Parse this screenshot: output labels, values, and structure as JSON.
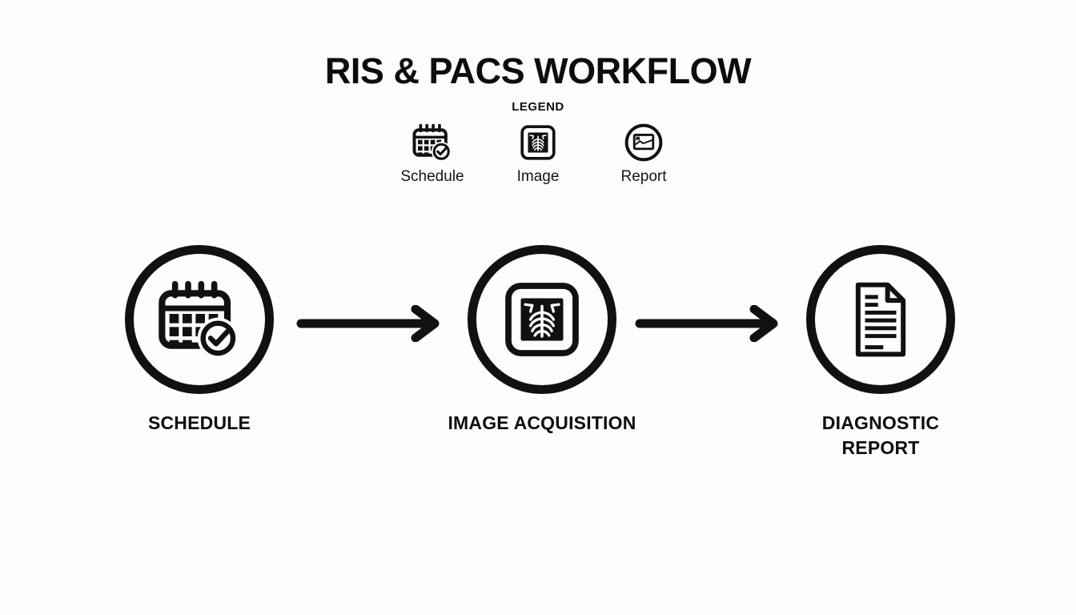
{
  "page": {
    "title": "RIS & PACS WORKFLOW",
    "background_color": "#fdfdfd",
    "ink_color": "#111111"
  },
  "legend": {
    "title": "LEGEND",
    "items": [
      {
        "icon": "calendar-check-icon",
        "label": "Schedule"
      },
      {
        "icon": "xray-image-icon",
        "label": "Image"
      },
      {
        "icon": "photo-report-icon",
        "label": "Report"
      }
    ]
  },
  "workflow": {
    "steps": [
      {
        "icon": "calendar-check-icon",
        "label": "SCHEDULE"
      },
      {
        "icon": "xray-image-icon",
        "label": "IMAGE ACQUISITION"
      },
      {
        "icon": "document-report-icon",
        "label": "DIAGNOSTIC REPORT"
      }
    ],
    "connector": "arrow-right"
  }
}
